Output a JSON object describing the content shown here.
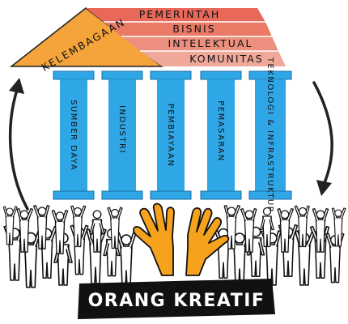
{
  "colors": {
    "pillar": "#2fa6e6",
    "roof_left": "#f4a43b",
    "roof_right": "#e8685a",
    "hands": "#f6a21c",
    "banner": "#111111",
    "banner_text": "#ffffff",
    "arrow": "#222222",
    "people_outline": "#111111"
  },
  "roof": {
    "left_label": "KELEMBAGAAN",
    "rows": [
      "PEMERINTAH",
      "BISNIS",
      "INTELEKTUAL",
      "KOMUNITAS"
    ]
  },
  "pillars": [
    {
      "label": "SUMBER DAYA"
    },
    {
      "label": "INDUSTRI"
    },
    {
      "label": "PEMBIAYAAN"
    },
    {
      "label": "PEMASARAN"
    },
    {
      "label": "TEKNOLOGI & INFRASTRUKTUR"
    }
  ],
  "foundation": {
    "banner_label": "ORANG KREATIF"
  }
}
